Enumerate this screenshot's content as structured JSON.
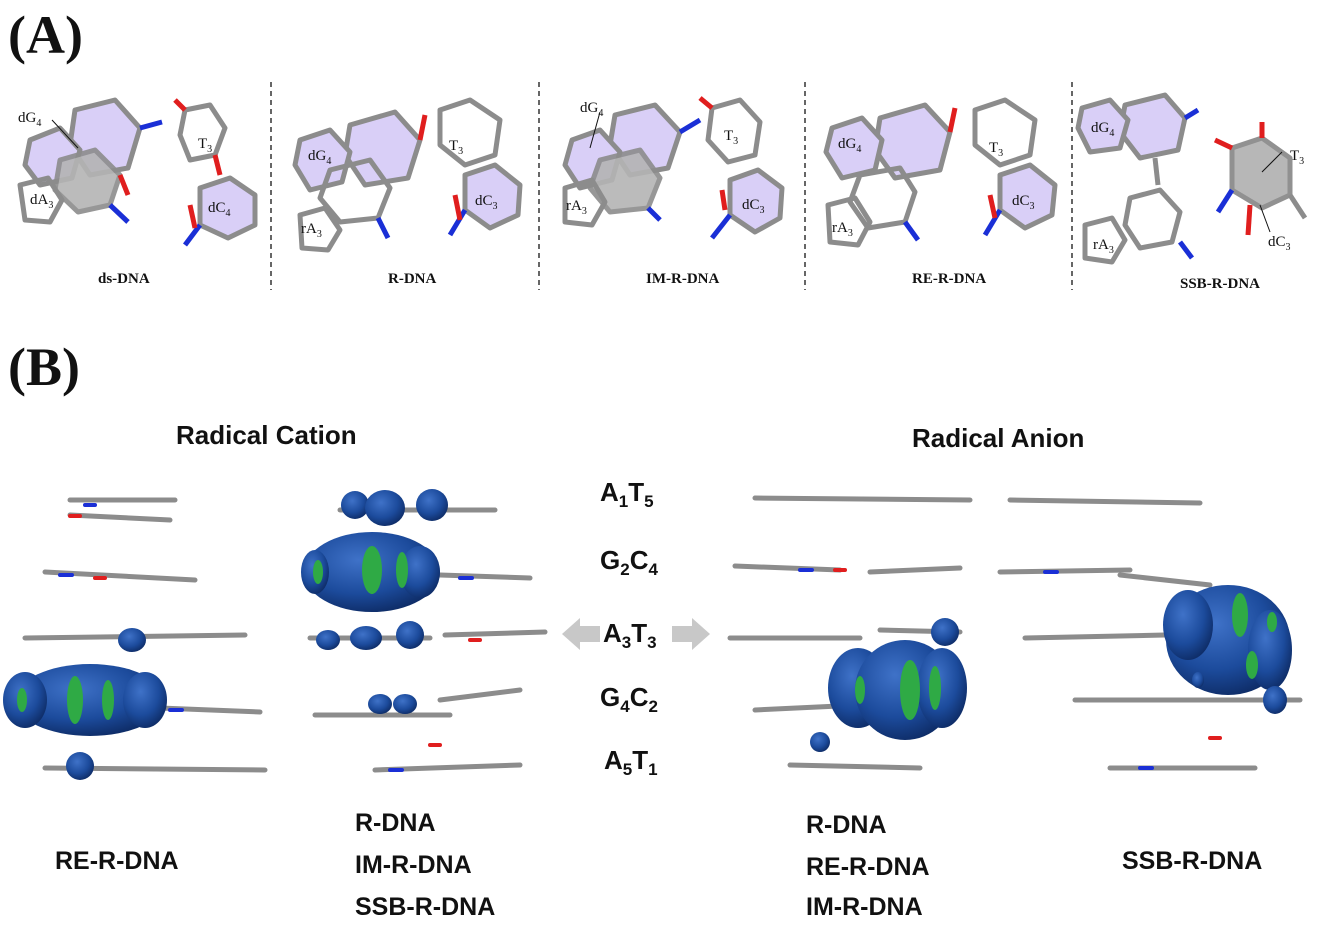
{
  "panel_a": {
    "tag": "(A)",
    "structures": [
      {
        "caption": "ds-DNA",
        "labels": [
          "dG",
          "4",
          "T",
          "3",
          "dA",
          "3",
          "dC",
          "4"
        ]
      },
      {
        "caption": "R-DNA",
        "labels": [
          "dG",
          "4",
          "T",
          "3",
          "rA",
          "3",
          "dC",
          "3"
        ]
      },
      {
        "caption": "IM-R-DNA",
        "labels": [
          "dG",
          "4",
          "T",
          "3",
          "rA",
          "3",
          "dC",
          "3"
        ]
      },
      {
        "caption": "RE-R-DNA",
        "labels": [
          "dG",
          "4",
          "T",
          "3",
          "rA",
          "3",
          "dC",
          "3"
        ]
      },
      {
        "caption": "SSB-R-DNA",
        "labels": [
          "dG",
          "4",
          "T",
          "3",
          "rA",
          "3",
          "dC",
          "3"
        ]
      }
    ]
  },
  "panel_b": {
    "tag": "(B)",
    "cation_header": "Radical Cation",
    "anion_header": "Radical Anion",
    "pairs": [
      {
        "a": "A",
        "a_sub": "1",
        "b": "T",
        "b_sub": "5"
      },
      {
        "a": "G",
        "a_sub": "2",
        "b": "C",
        "b_sub": "4"
      },
      {
        "a": "A",
        "a_sub": "3",
        "b": "T",
        "b_sub": "3"
      },
      {
        "a": "G",
        "a_sub": "4",
        "b": "C",
        "b_sub": "2"
      },
      {
        "a": "A",
        "a_sub": "5",
        "b": "T",
        "b_sub": "1"
      }
    ],
    "cation_left_labels": [
      "RE-R-DNA"
    ],
    "cation_right_labels": [
      "R-DNA",
      "IM-R-DNA",
      "SSB-R-DNA"
    ],
    "anion_left_labels": [
      "R-DNA",
      "RE-R-DNA",
      "IM-R-DNA"
    ],
    "anion_right_labels": [
      "SSB-R-DNA"
    ]
  },
  "colors": {
    "ring_fill": "#d9cff7",
    "dark_ring_fill": "#b4b4b4",
    "bond_gray": "#8c8c8c",
    "nitrogen_blue": "#1a2fd6",
    "oxygen_red": "#e01e1e",
    "orbital_blue": "#1c4b9c",
    "orbital_green": "#2faa45",
    "arrow_gray": "#c8c8c8"
  }
}
